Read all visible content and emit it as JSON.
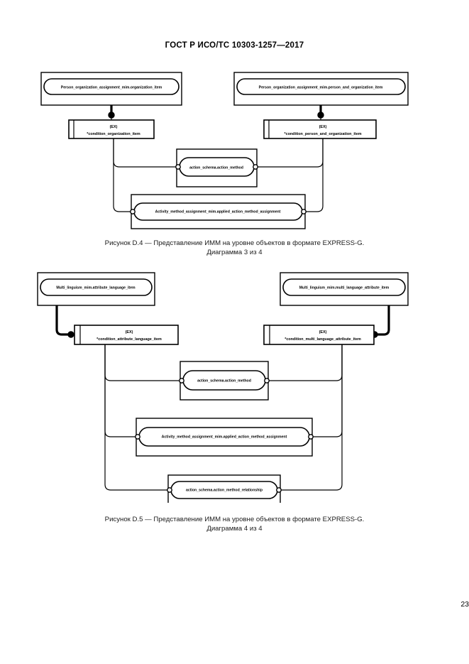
{
  "document": {
    "header": "ГОСТ Р ИСО/ТС 10303-1257—2017",
    "page_number": "23"
  },
  "figure1": {
    "id": "figure-d4",
    "caption_line1": "Рисунок D.4 — Представление ИММ на уровне объектов в формате EXPRESS-G.",
    "caption_line2": "Диаграмма 3 из 4",
    "entities": {
      "top_left": "Person_organization_assignment_mim.organization_item",
      "top_right": "Person_organization_assignment_mim.person_and_organization_item",
      "cond_left_tag": "(EX)",
      "cond_left_name": "*condition_organization_item",
      "cond_right_tag": "(EX)",
      "cond_right_name": "*condition_person_and_organization_item",
      "middle": "action_schema.action_method",
      "bottom": "Activity_method_assignment_mim.applied_action_method_assignment"
    }
  },
  "figure2": {
    "id": "figure-d5",
    "caption_line1": "Рисунок D.5 — Представление ИММ на уровне объектов в формате EXPRESS-G.",
    "caption_line2": "Диаграмма 4 из 4",
    "entities": {
      "top_left": "Multi_linguism_mim.attribute_language_item",
      "top_right": "Multi_linguism_mim.multi_language_attribute_item",
      "cond_left_tag": "(EX)",
      "cond_left_name": "*condition_attribute_language_item",
      "cond_right_tag": "(EX)",
      "cond_right_name": "*condition_multi_language_attribute_item",
      "middle_top": "action_schema.action_method",
      "middle_mid": "Activity_method_assignment_mim.applied_action_method_assignment",
      "middle_bottom": "action_schema.action_method_relationship"
    }
  },
  "colors": {
    "ink": "#000000",
    "paper": "#ffffff"
  }
}
